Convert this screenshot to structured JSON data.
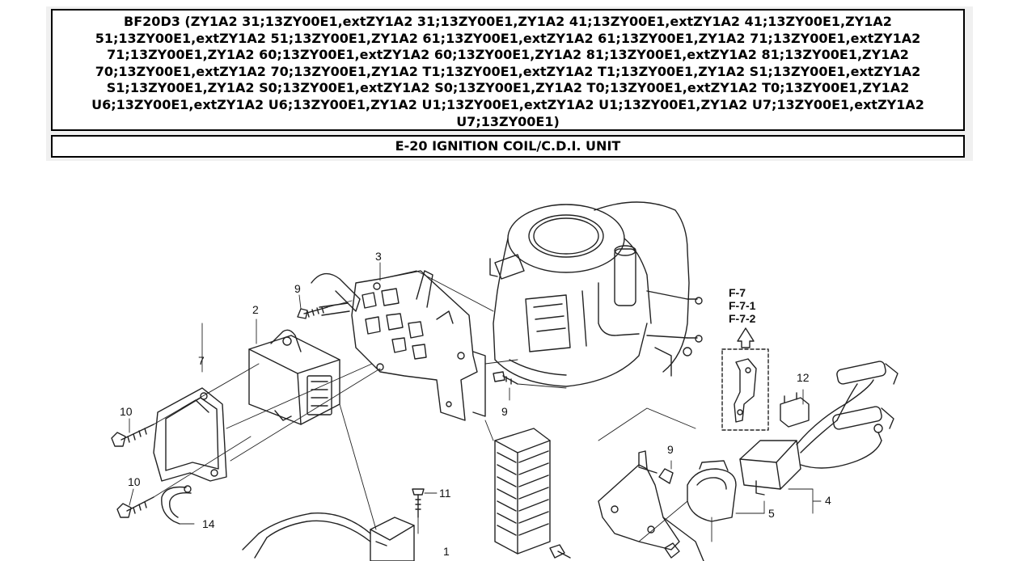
{
  "header": {
    "model_title": "BF20D3 (ZY1A2 31;13ZY00E1,extZY1A2 31;13ZY00E1,ZY1A2 41;13ZY00E1,extZY1A2 41;13ZY00E1,ZY1A2 51;13ZY00E1,extZY1A2 51;13ZY00E1,ZY1A2 61;13ZY00E1,extZY1A2 61;13ZY00E1,ZY1A2 71;13ZY00E1,extZY1A2 71;13ZY00E1,ZY1A2 60;13ZY00E1,extZY1A2 60;13ZY00E1,ZY1A2 81;13ZY00E1,extZY1A2 81;13ZY00E1,ZY1A2 70;13ZY00E1,extZY1A2 70;13ZY00E1,ZY1A2 T1;13ZY00E1,extZY1A2 T1;13ZY00E1,ZY1A2 S1;13ZY00E1,extZY1A2 S1;13ZY00E1,ZY1A2 S0;13ZY00E1,extZY1A2 S0;13ZY00E1,ZY1A2 T0;13ZY00E1,extZY1A2 T0;13ZY00E1,ZY1A2 U6;13ZY00E1,extZY1A2 U6;13ZY00E1,ZY1A2 U1;13ZY00E1,extZY1A2 U1;13ZY00E1,ZY1A2 U7;13ZY00E1,extZY1A2 U7;13ZY00E1)",
    "section_title": "E-20 IGNITION COIL/C.D.I. UNIT"
  },
  "diagram": {
    "references": [
      "F-7",
      "F-7-1",
      "F-7-2"
    ],
    "callouts": {
      "c1": "1",
      "c2": "2",
      "c3": "3",
      "c4": "4",
      "c5": "5",
      "c7": "7",
      "c9a": "9",
      "c9b": "9",
      "c9c": "9",
      "c10a": "10",
      "c10b": "10",
      "c11": "11",
      "c12": "12",
      "c14": "14"
    }
  }
}
